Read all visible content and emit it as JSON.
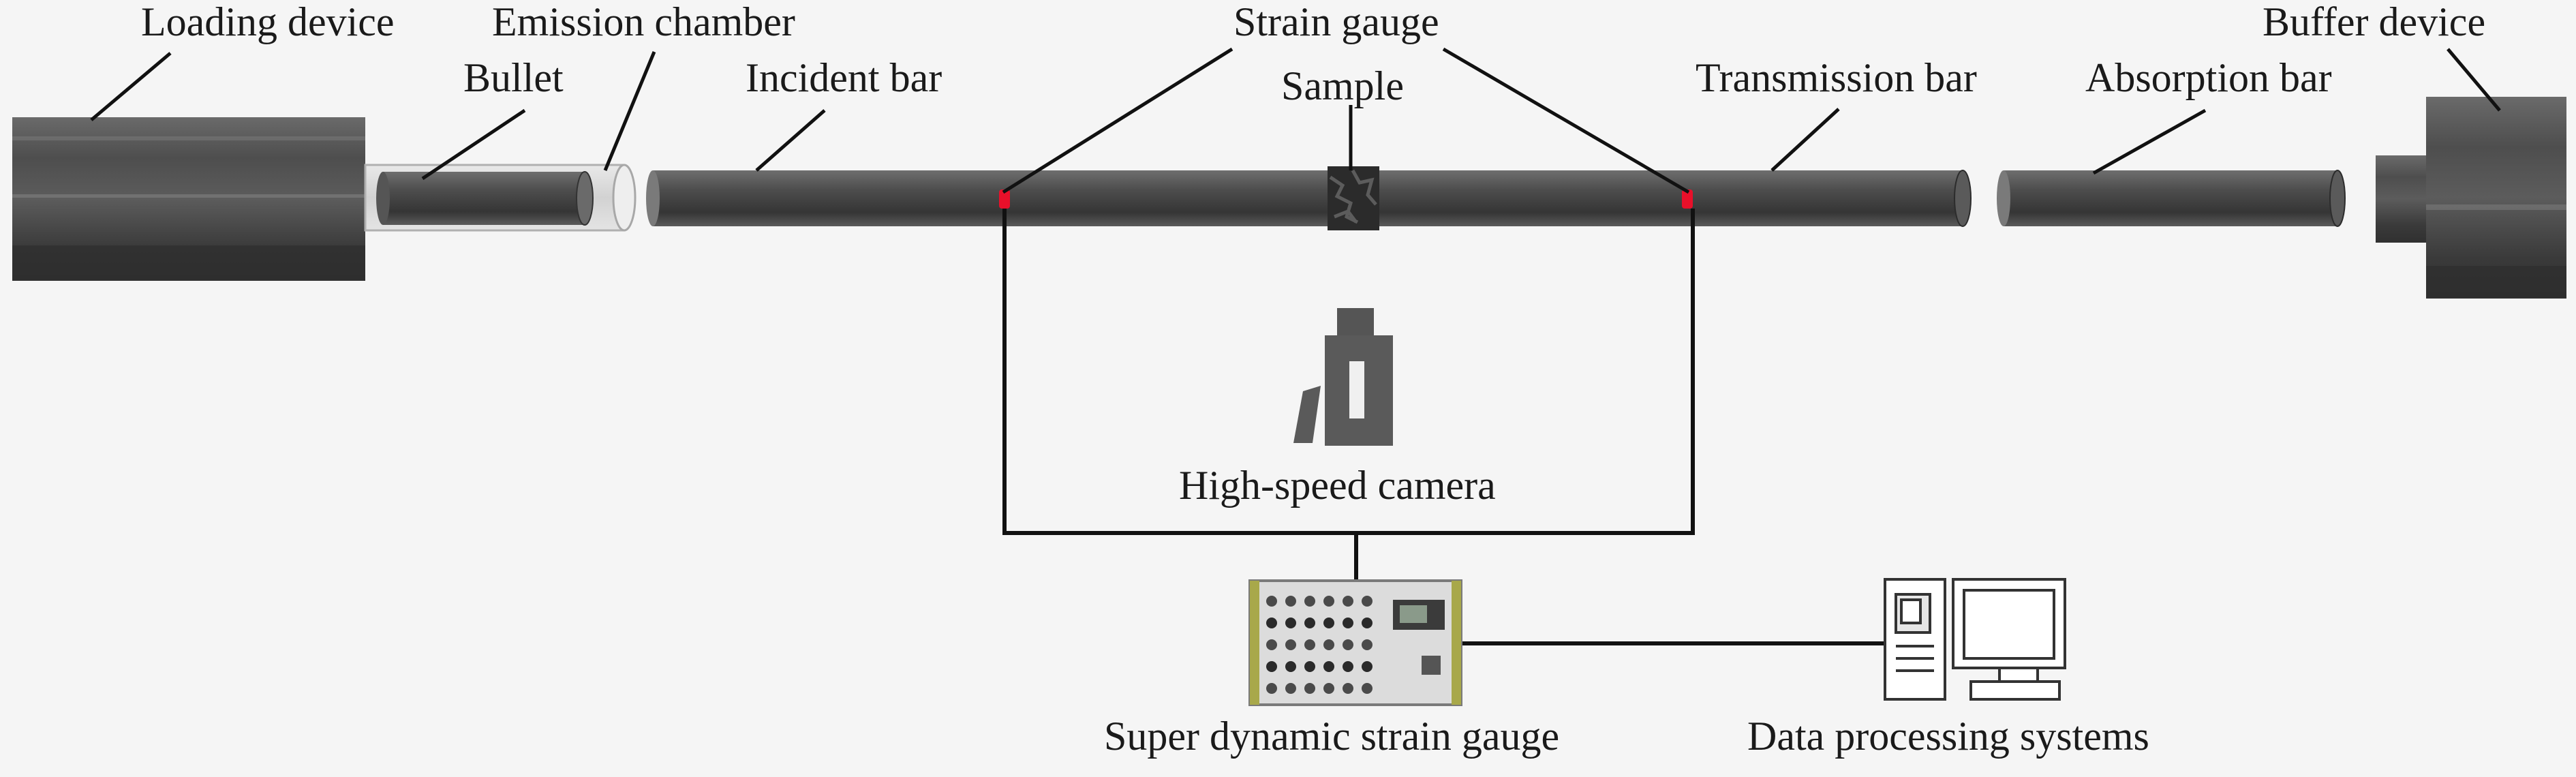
{
  "labels": {
    "loading_device": "Loading device",
    "emission_chamber": "Emission chamber",
    "bullet": "Bullet",
    "incident_bar": "Incident bar",
    "strain_gauge": "Strain gauge",
    "sample": "Sample",
    "transmission_bar": "Transmission bar",
    "absorption_bar": "Absorption bar",
    "buffer_device": "Buffer device",
    "high_speed_camera": "High-speed camera",
    "super_dynamic_strain_gauge": "Super dynamic strain gauge",
    "data_processing_systems": "Data processing systems"
  },
  "colors": {
    "background": "#f5f5f5",
    "bar": "#4a4a4a",
    "device_dark": "#3d3d3d",
    "strain_gauge_marker": "#e8102a",
    "leader_line": "#111111"
  }
}
